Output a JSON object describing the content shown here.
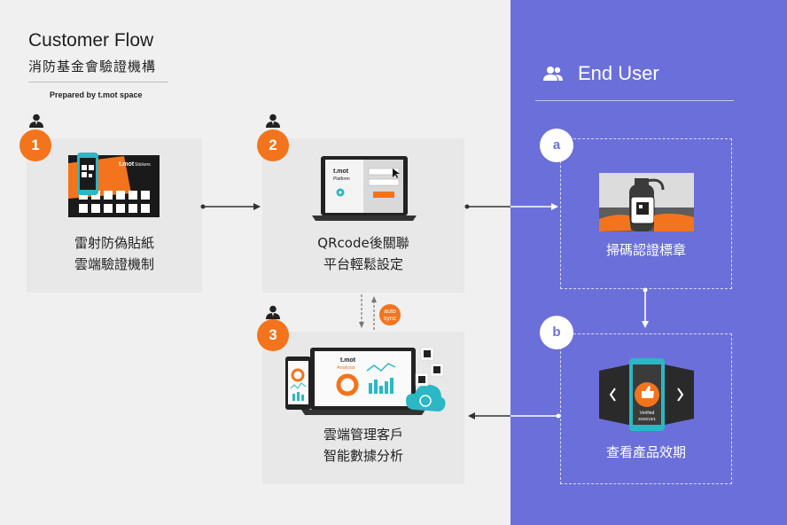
{
  "header": {
    "title": "Customer Flow",
    "subtitle": "消防基金會驗證機構",
    "prepared_by": "Prepared by t.mot space"
  },
  "steps": [
    {
      "number": "1",
      "label_line1": "雷射防偽貼紙",
      "label_line2": "雲端驗證機制",
      "illustration_brand": "t.mot",
      "illustration_caption": "Stickers"
    },
    {
      "number": "2",
      "label_line1": "QRcode後關聯",
      "label_line2": "平台輕鬆設定",
      "illustration_brand": "t.mot",
      "illustration_caption": "Platform"
    },
    {
      "number": "3",
      "label_line1": "雲端管理客戶",
      "label_line2": "智能數據分析",
      "illustration_brand": "t.mot",
      "illustration_caption": "Analysis"
    }
  ],
  "auto_sync_badge": {
    "line1": "auto",
    "line2": "sync"
  },
  "end_user": {
    "title": "End User",
    "steps": [
      {
        "letter": "a",
        "label": "掃碼認證標章"
      },
      {
        "letter": "b",
        "label": "查看產品效期",
        "badge_line1": "Verified",
        "badge_line2": "2030/10/1"
      }
    ]
  },
  "colors": {
    "accent_orange": "#f3741c",
    "end_user_bg": "#6b6fd9",
    "left_bg": "#f0f0f0",
    "card_bg": "#e8e8e8",
    "teal": "#2bb7c4"
  }
}
